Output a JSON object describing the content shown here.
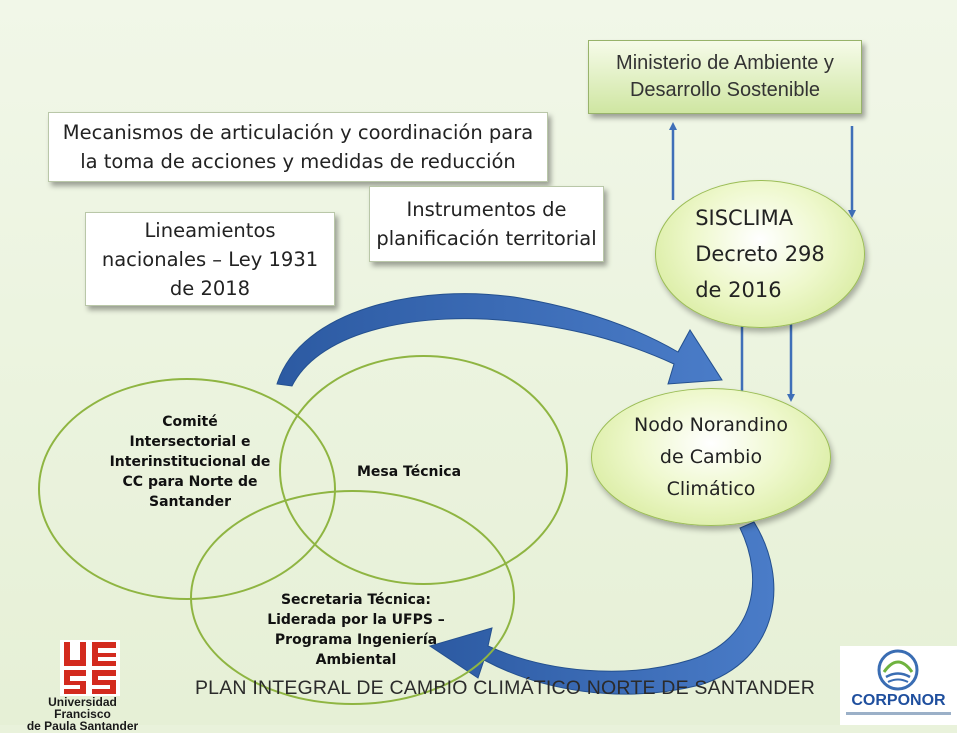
{
  "ministerio": {
    "line1": "Ministerio de Ambiente y",
    "line2": "Desarrollo Sostenible"
  },
  "mecanismos": {
    "line1": "Mecanismos de articulación y coordinación para",
    "line2": "la toma de acciones y medidas de reducción"
  },
  "instrumentos": {
    "line1": "Instrumentos de",
    "line2": "planificación territorial"
  },
  "lineamientos": {
    "line1": "Lineamientos",
    "line2": "nacionales – Ley 1931",
    "line3": "de 2018"
  },
  "sisclima": {
    "line1": "SISCLIMA",
    "line2": "Decreto 298",
    "line3": "de 2016"
  },
  "nodo": {
    "line1": "Nodo Norandino",
    "line2": "de Cambio",
    "line3": "Climático"
  },
  "comite": {
    "line1": "Comité",
    "line2": "Intersectorial e",
    "line3": "Interinstitucional de",
    "line4": "CC para Norte de",
    "line5": "Santander"
  },
  "mesa": {
    "label": "Mesa Técnica"
  },
  "secretaria": {
    "line1": "Secretaria Técnica:",
    "line2": "Liderada por la UFPS –",
    "line3": "Programa Ingeniería",
    "line4": "Ambiental"
  },
  "footer": {
    "title": "PLAN INTEGRAL DE CAMBIO CLIMÁTICO NORTE DE SANTANDER"
  },
  "logos": {
    "ufps_line1": "Universidad Francisco",
    "ufps_line2": "de Paula Santander",
    "corponor": "CORPONOR"
  },
  "colors": {
    "background": "#e9f2db",
    "ellipse_fill": "#d6eb9b",
    "venn_stroke": "#8fb542",
    "arrow_blue": "#2e5ea8",
    "ufps_red": "#d32a1e",
    "corponor_blue": "#1f4f9e"
  }
}
